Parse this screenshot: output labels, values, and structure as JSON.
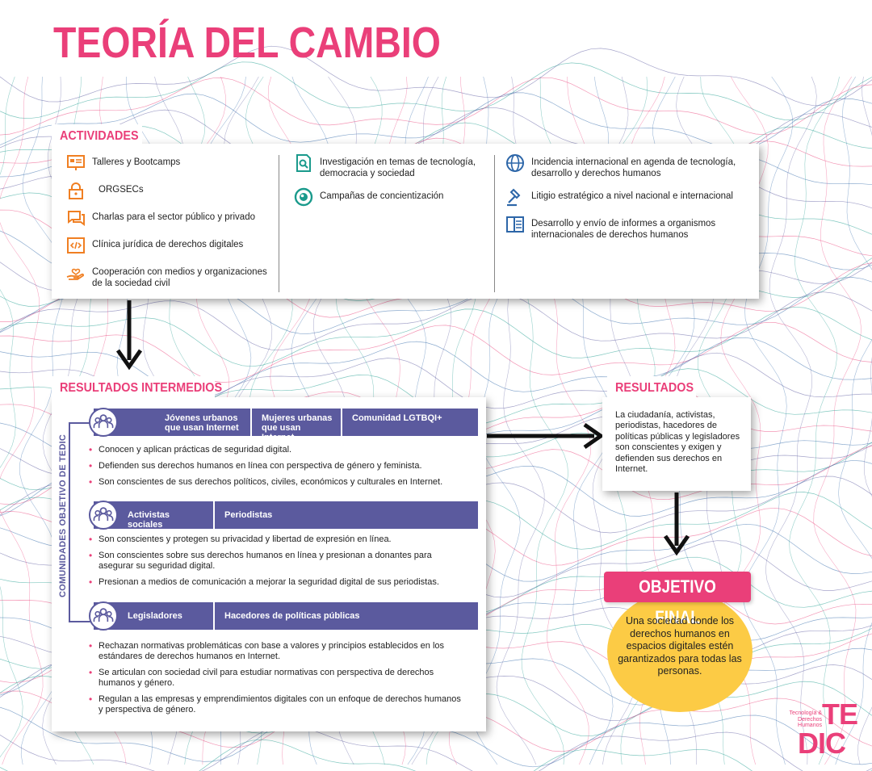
{
  "title": "TEORÍA DEL CAMBIO",
  "colors": {
    "accent": "#ea3f79",
    "purple": "#5b5a9e",
    "orange": "#f07f22",
    "teal": "#1a9a8c",
    "blue": "#2d66a8",
    "yellow": "#fccb45"
  },
  "actividades": {
    "label": "ACTIVIDADES",
    "col1": [
      {
        "icon": "presentation-board-icon",
        "text": "Talleres y Bootcamps"
      },
      {
        "icon": "padlock-icon",
        "text": "ORGSECs"
      },
      {
        "icon": "speech-bubbles-icon",
        "text": "Charlas para el sector público y privado"
      },
      {
        "icon": "code-tag-icon",
        "text": "Clínica jurídica de derechos digitales"
      },
      {
        "icon": "heart-hand-icon",
        "text": "Cooperación con medios y organizaciones de la sociedad civil"
      }
    ],
    "col2": [
      {
        "icon": "document-search-icon",
        "text": "Investigación en temas de tecnología, democracia y sociedad"
      },
      {
        "icon": "target-icon",
        "text": "Campañas de concientización"
      }
    ],
    "col3": [
      {
        "icon": "globe-icon",
        "text": "Incidencia internacional en agenda de tecnología, desarrollo y derechos humanos"
      },
      {
        "icon": "gavel-icon",
        "text": "Litigio estratégico a nivel nacional e internacional"
      },
      {
        "icon": "report-book-icon",
        "text": "Desarrollo y envío de informes a organismos internacionales de derechos humanos"
      }
    ]
  },
  "intermedios": {
    "label": "RESULTADOS INTERMEDIOS",
    "side_label": "COMUNIDADES OBJETIVO DE TEDIC",
    "groups": [
      {
        "headers": [
          "Jóvenes urbanos que usan Internet",
          "Mujeres urbanas que usan Internet",
          "Comunidad LGTBQI+"
        ],
        "bullets": [
          "Conocen y aplican prácticas de seguridad digital.",
          "Defienden sus derechos humanos en línea con perspectiva de género y feminista.",
          "Son conscientes de sus derechos políticos, civiles, económicos y culturales en Internet."
        ]
      },
      {
        "headers": [
          "Activistas sociales",
          "Periodistas"
        ],
        "bullets": [
          "Son conscientes y protegen su privacidad y libertad de expresión en línea.",
          "Son conscientes sobre sus derechos humanos en línea y presionan a donantes para asegurar su seguridad digital.",
          "Presionan a medios de comunicación a mejorar la seguridad digital de sus periodistas."
        ]
      },
      {
        "headers": [
          "Legisladores",
          "Hacedores de políticas públicas"
        ],
        "bullets": [
          "Rechazan normativas problemáticas con base a valores y principios establecidos  en los estándares de derechos humanos en Internet.",
          "Se articulan con sociedad civil para estudiar normativas  con perspectiva de derechos humanos y género.",
          "Regulan a las empresas y emprendimientos digitales con un enfoque de derechos humanos y perspectiva de género."
        ]
      }
    ]
  },
  "resultados": {
    "label": "RESULTADOS",
    "text": "La ciudadanía, activistas, periodistas, hacedores de políticas públicas y legisladores son conscientes y exigen y defienden sus derechos en Internet."
  },
  "objetivo": {
    "label": "OBJETIVO FINAL",
    "text": "Una sociedad donde los derechos humanos en espacios digitales estén garantizados para todas las personas."
  },
  "logo": {
    "letters_top": "TE",
    "letters_bottom": "DIC",
    "tagline": "Tecnología & Derechos Humanos"
  }
}
